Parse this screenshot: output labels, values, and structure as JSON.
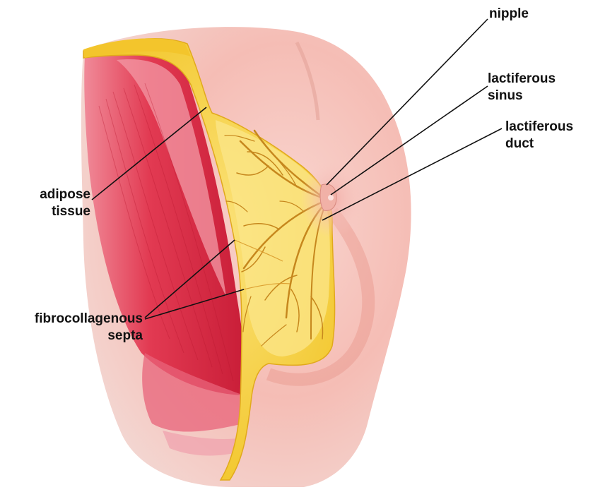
{
  "labels": {
    "nipple": "nipple",
    "lactiferous_sinus": [
      "lactiferous",
      "sinus"
    ],
    "lactiferous_duct": [
      "lactiferous",
      "duct"
    ],
    "adipose_tissue": [
      "adipose",
      "tissue"
    ],
    "septa": [
      "fibrocollagenous",
      "septa"
    ]
  },
  "colors": {
    "muscle": "#d9263f",
    "muscle_light": "#f06a7c",
    "skin": "#f7c7c0",
    "skin_shadow": "#ee9d94",
    "fat": "#f6d23a",
    "fat_light": "#fbe98a",
    "duct": "#c98a1f",
    "leader_line": "#111111"
  }
}
